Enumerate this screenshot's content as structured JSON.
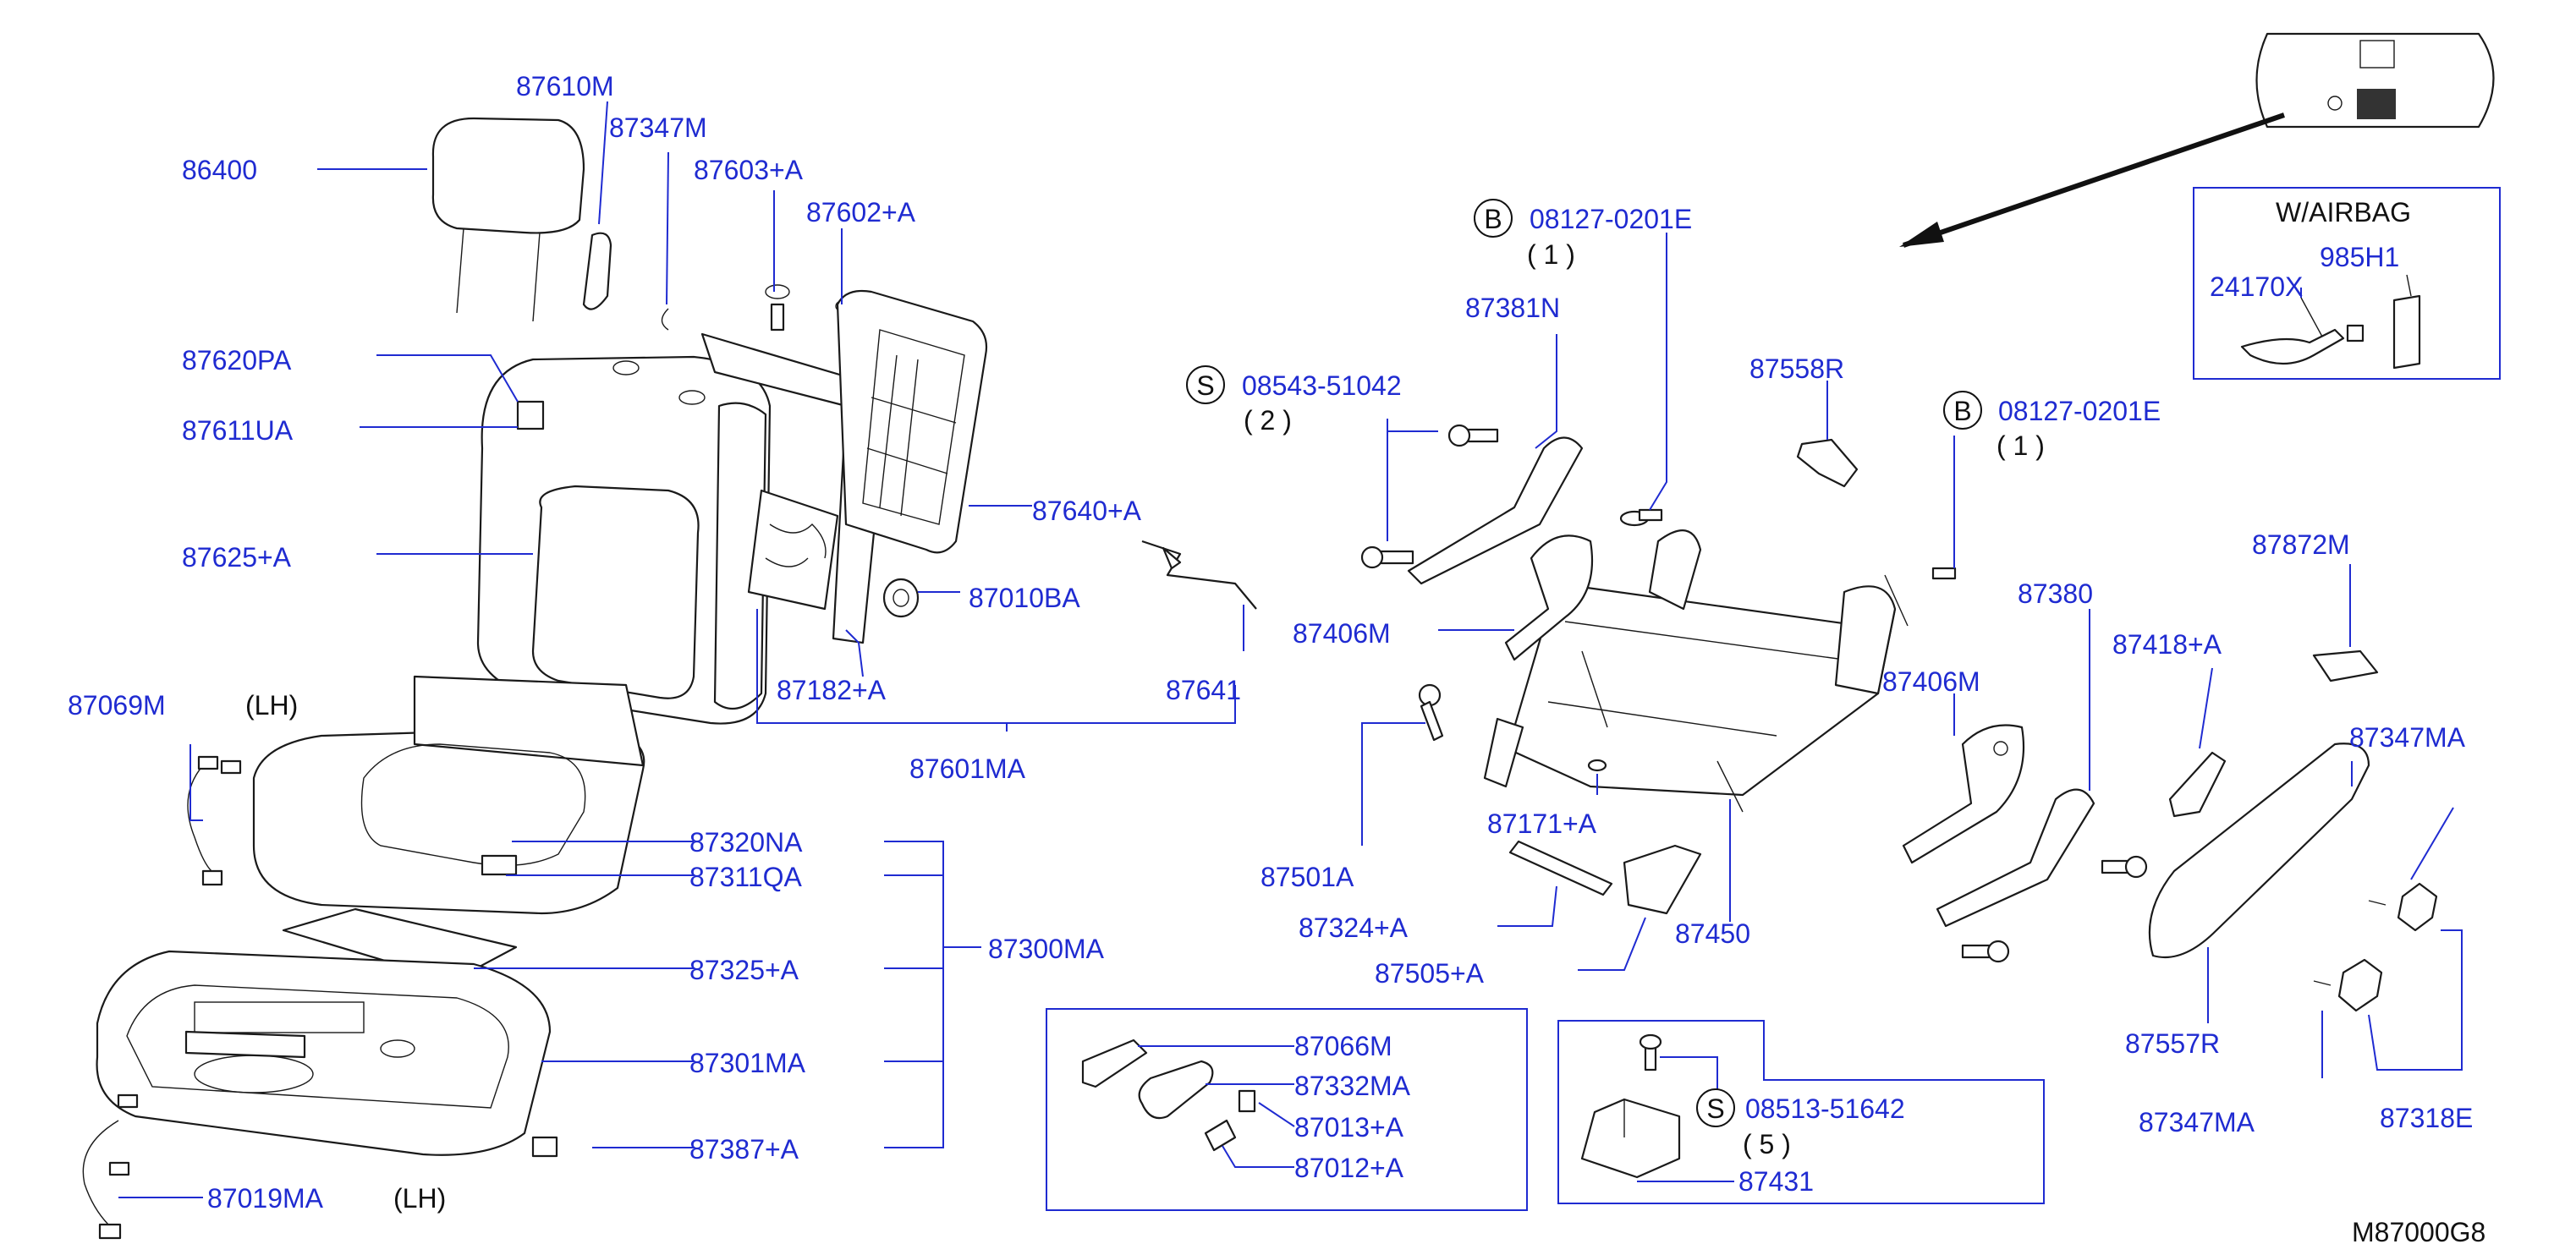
{
  "diagram_id": "M87000G8",
  "notes": {
    "lh_1": "(LH)",
    "lh_2": "(LH)",
    "airbag": "W/AIRBAG"
  },
  "parts": {
    "p86400": "86400",
    "p87610M": "87610M",
    "p87347M": "87347M",
    "p87603A": "87603+A",
    "p87602A": "87602+A",
    "p87620PA": "87620PA",
    "p87611UA": "87611UA",
    "p87625A": "87625+A",
    "p87640A": "87640+A",
    "p87010BA": "87010BA",
    "p87182A": "87182+A",
    "p87641": "87641",
    "p87601MA": "87601MA",
    "p87069M": "87069M",
    "p87320NA": "87320NA",
    "p87311QA": "87311QA",
    "p87325A": "87325+A",
    "p87300MA": "87300MA",
    "p87301MA": "87301MA",
    "p87387A": "87387+A",
    "p87019MA": "87019MA",
    "p08127a": "08127-0201E",
    "qty1a": "( 1 )",
    "p87381N": "87381N",
    "p08543": "08543-51042",
    "qty2": "( 2 )",
    "p87558R": "87558R",
    "p08127b": "08127-0201E",
    "qty1b": "( 1 )",
    "p87406Ma": "87406M",
    "p87406Mb": "87406M",
    "p87380": "87380",
    "p87418A": "87418+A",
    "p87872M": "87872M",
    "p87347MA_a": "87347MA",
    "p87347MA_b": "87347MA",
    "p87501A": "87501A",
    "p87171A": "87171+A",
    "p87324A": "87324+A",
    "p87505A": "87505+A",
    "p87450": "87450",
    "p87557R": "87557R",
    "p87318E": "87318E",
    "p87066M": "87066M",
    "p87332MA": "87332MA",
    "p87013A": "87013+A",
    "p87012A": "87012+A",
    "p08513": "08513-51642",
    "qty5": "( 5 )",
    "p87431": "87431",
    "p24170X": "24170X",
    "p985H1": "985H1"
  },
  "callouts": {
    "b1": "B",
    "s1": "S",
    "b2": "B",
    "s2": "S"
  },
  "colors": {
    "label": "#1f2bd1",
    "line": "#1a1a1a",
    "note": "#111111"
  }
}
